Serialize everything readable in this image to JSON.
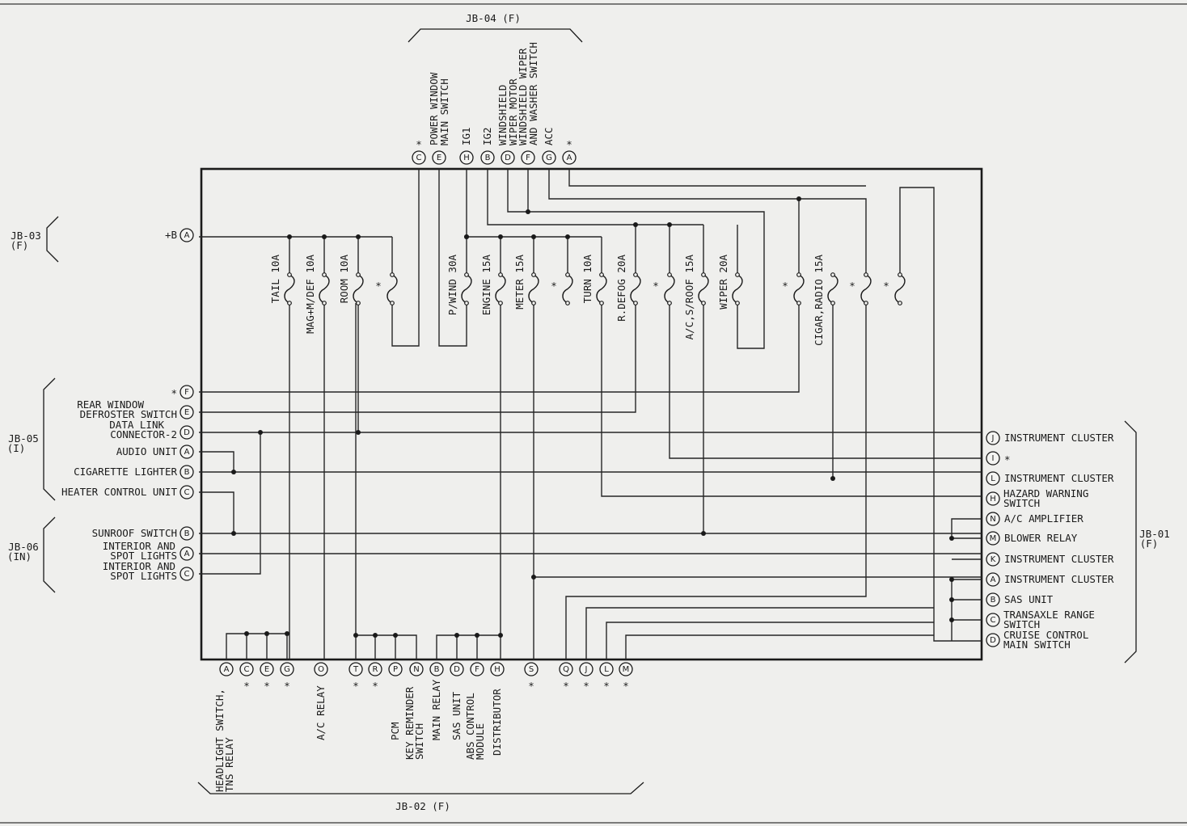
{
  "junction_blocks": {
    "jb04": "JB-04 (F)",
    "jb03": "JB-03",
    "jb03_sub": "(F)",
    "jb05": "JB-05",
    "jb05_sub": "(I)",
    "jb06": "JB-06",
    "jb06_sub": "(IN)",
    "jb01": "JB-01",
    "jb01_sub": "(F)",
    "jb02": "JB-02 (F)"
  },
  "plus_b": "+B",
  "asterisk": "*",
  "top_connectors": [
    {
      "letter": "C",
      "label": "*"
    },
    {
      "letter": "E",
      "label": "POWER WINDOW",
      "label2": "MAIN SWITCH"
    },
    {
      "letter": "H",
      "label": "IG1"
    },
    {
      "letter": "B",
      "label": "IG2"
    },
    {
      "letter": "D",
      "label": "WINDSHIELD",
      "label2": "WIPER MOTOR"
    },
    {
      "letter": "F",
      "label": "WINDSHIELD WIPER",
      "label2": "AND WASHER SWITCH"
    },
    {
      "letter": "G",
      "label": "ACC"
    },
    {
      "letter": "A",
      "label": "*"
    }
  ],
  "fuses": [
    {
      "label": "TAIL 10A"
    },
    {
      "label": "MAG+M/DEF 10A"
    },
    {
      "label": "ROOM 10A"
    },
    {
      "label": "*"
    },
    {
      "label": "P/WIND 30A"
    },
    {
      "label": "ENGINE 15A"
    },
    {
      "label": "METER 15A"
    },
    {
      "label": "*"
    },
    {
      "label": "TURN 10A"
    },
    {
      "label": "R.DEFOG 20A"
    },
    {
      "label": "*"
    },
    {
      "label": "A/C,S/ROOF 15A"
    },
    {
      "label": "WIPER 20A"
    },
    {
      "label": "*"
    },
    {
      "label": "CIGAR,RADIO 15A"
    },
    {
      "label": "*"
    },
    {
      "label": "*"
    }
  ],
  "left_connectors": [
    {
      "letter": "A",
      "label": "+B"
    },
    {
      "letter": "F",
      "label": "*"
    },
    {
      "letter": "E",
      "label": "REAR WINDOW",
      "label2": "DEFROSTER SWITCH"
    },
    {
      "letter": "D",
      "label": "DATA LINK",
      "label2": "CONNECTOR-2"
    },
    {
      "letter": "A",
      "label": "AUDIO UNIT"
    },
    {
      "letter": "B",
      "label": "CIGARETTE LIGHTER"
    },
    {
      "letter": "C",
      "label": "HEATER CONTROL UNIT"
    },
    {
      "letter": "B",
      "label": "SUNROOF SWITCH"
    },
    {
      "letter": "A",
      "label": "INTERIOR AND",
      "label2": "SPOT LIGHTS"
    },
    {
      "letter": "C",
      "label": "INTERIOR AND",
      "label2": "SPOT LIGHTS"
    }
  ],
  "right_connectors": [
    {
      "letter": "J",
      "label": "INSTRUMENT CLUSTER"
    },
    {
      "letter": "I",
      "label": "*"
    },
    {
      "letter": "L",
      "label": "INSTRUMENT CLUSTER"
    },
    {
      "letter": "H",
      "label": "HAZARD WARNING",
      "label2": "SWITCH"
    },
    {
      "letter": "N",
      "label": "A/C AMPLIFIER"
    },
    {
      "letter": "M",
      "label": "BLOWER RELAY"
    },
    {
      "letter": "K",
      "label": "INSTRUMENT CLUSTER"
    },
    {
      "letter": "A",
      "label": "INSTRUMENT CLUSTER"
    },
    {
      "letter": "B",
      "label": "SAS UNIT"
    },
    {
      "letter": "C",
      "label": "TRANSAXLE RANGE",
      "label2": "SWITCH"
    },
    {
      "letter": "D",
      "label": "CRUISE CONTROL",
      "label2": "MAIN SWITCH"
    }
  ],
  "bottom_connectors": [
    {
      "letter": "A",
      "label": "HEADLIGHT SWITCH,",
      "label2": "TNS RELAY"
    },
    {
      "letter": "C",
      "label": "*"
    },
    {
      "letter": "E",
      "label": "*"
    },
    {
      "letter": "G",
      "label": "*"
    },
    {
      "letter": "O",
      "label": "A/C RELAY"
    },
    {
      "letter": "T",
      "label": "*"
    },
    {
      "letter": "R",
      "label": "*"
    },
    {
      "letter": "P",
      "label": "PCM"
    },
    {
      "letter": "N",
      "label": "KEY REMINDER",
      "label2": "SWITCH"
    },
    {
      "letter": "B",
      "label": "MAIN RELAY"
    },
    {
      "letter": "D",
      "label": "SAS UNIT"
    },
    {
      "letter": "F",
      "label": "ABS CONTROL",
      "label2": "MODULE"
    },
    {
      "letter": "H",
      "label": "DISTRIBUTOR"
    },
    {
      "letter": "S",
      "label": "*"
    },
    {
      "letter": "Q",
      "label": "*"
    },
    {
      "letter": "J",
      "label": "*"
    },
    {
      "letter": "L",
      "label": "*"
    },
    {
      "letter": "M",
      "label": "*"
    }
  ]
}
